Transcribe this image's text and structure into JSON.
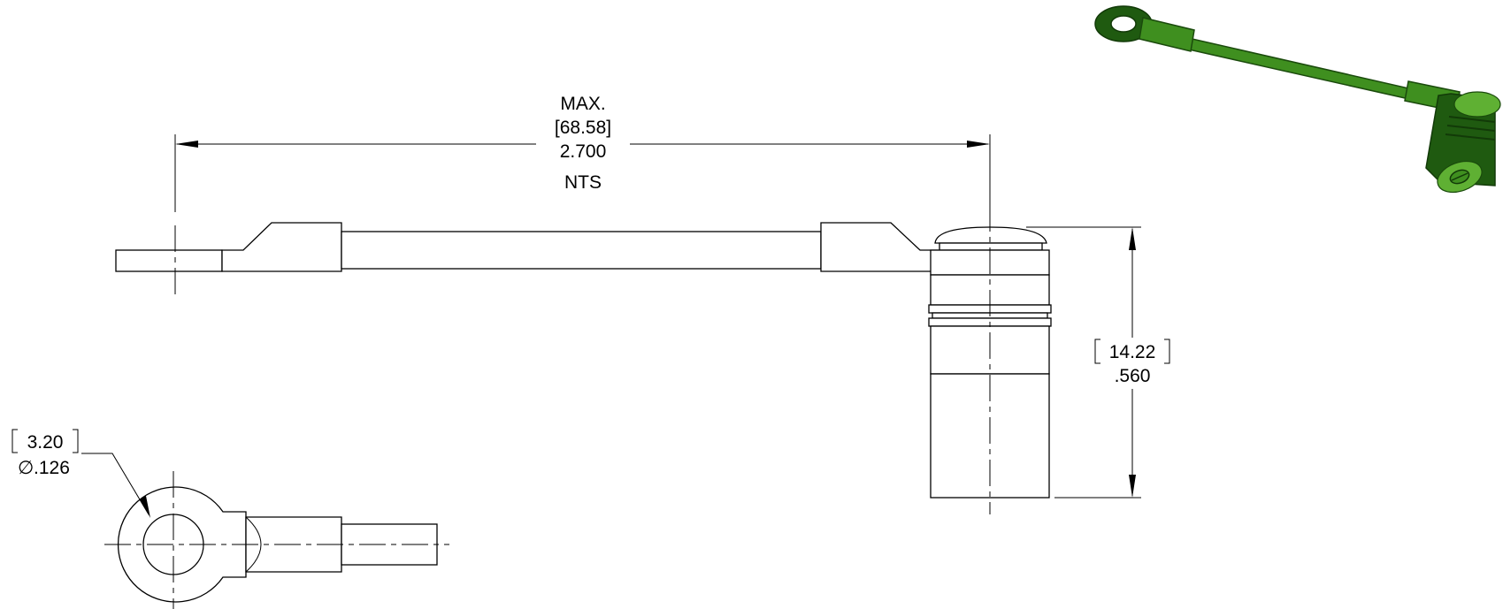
{
  "dimensions": {
    "overall_length": {
      "qualifier": "MAX.",
      "metric": "[68.58]",
      "imperial": "2.700",
      "note": "NTS"
    },
    "height": {
      "metric": "14.22",
      "imperial": ".560"
    },
    "hole_diameter": {
      "metric": "3.20",
      "imperial": ".126",
      "symbol": "∅"
    }
  },
  "colors": {
    "line": "#000000",
    "iso_dark": "#1f5a10",
    "iso_mid": "#3f8f1f",
    "iso_light": "#5fb033"
  }
}
